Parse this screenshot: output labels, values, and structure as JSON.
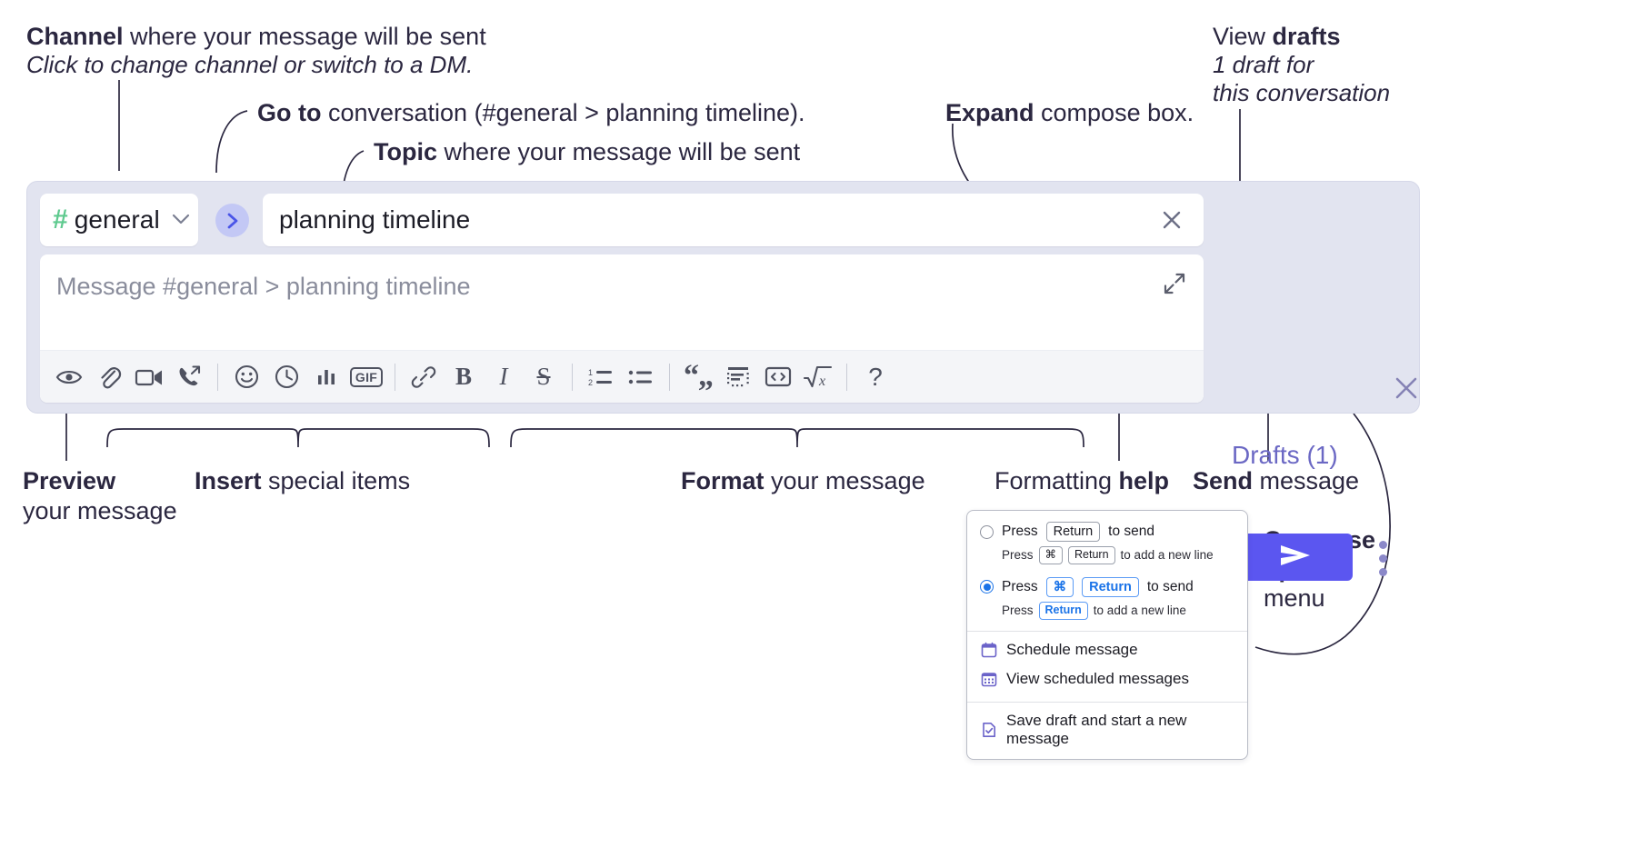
{
  "annotations": {
    "channel": {
      "bold": "Channel",
      "rest": " where your message will be sent",
      "sub": "Click to change channel or switch to a DM."
    },
    "goto": {
      "bold": "Go to",
      "rest": " conversation (#general > planning timeline)."
    },
    "topic": {
      "bold": "Topic",
      "rest": " where your message will be sent"
    },
    "expand": {
      "bold": "Expand",
      "rest": " compose box."
    },
    "drafts": {
      "line1_plain": "View ",
      "line1_bold": "drafts",
      "line2": "1 draft for",
      "line3": "this conversation"
    },
    "preview": {
      "bold": "Preview",
      "line2": "your message"
    },
    "insert": {
      "bold": "Insert",
      "rest": " special items"
    },
    "format": {
      "bold": "Format",
      "rest": " your message"
    },
    "formatting_help": {
      "plain": "Formatting ",
      "bold": "help"
    },
    "send": {
      "bold": "Send",
      "rest": " message"
    },
    "compose_options": {
      "line1": "Compose",
      "line2": "options",
      "line3": "menu"
    }
  },
  "compose": {
    "channel": {
      "hash": "#",
      "name": "general",
      "chevron": "⌄"
    },
    "goto_icon": "chevron-right-icon",
    "topic": {
      "value": "planning timeline",
      "clear_icon": "close-icon"
    },
    "message": {
      "placeholder": "Message #general > planning timeline",
      "expand_icon": "expand-diagonal-icon"
    },
    "toolbar": [
      {
        "name": "preview-button",
        "icon": "eye-icon"
      },
      {
        "name": "attach-button",
        "icon": "paperclip-icon"
      },
      {
        "name": "video-clip-button",
        "icon": "video-camera-icon"
      },
      {
        "name": "audio-clip-button",
        "icon": "phone-forward-icon"
      },
      {
        "name": "separator-1",
        "icon": "divider"
      },
      {
        "name": "emoji-button",
        "icon": "smiley-icon"
      },
      {
        "name": "recent-button",
        "icon": "clock-icon"
      },
      {
        "name": "poll-button",
        "icon": "bar-chart-icon"
      },
      {
        "name": "gif-button",
        "icon": "gif-icon",
        "label": "GIF"
      },
      {
        "name": "separator-2",
        "icon": "divider"
      },
      {
        "name": "link-button",
        "icon": "link-icon"
      },
      {
        "name": "bold-button",
        "icon": "bold-icon",
        "label": "B"
      },
      {
        "name": "italic-button",
        "icon": "italic-icon",
        "label": "I"
      },
      {
        "name": "strikethrough-button",
        "icon": "strikethrough-icon",
        "label": "S"
      },
      {
        "name": "separator-3",
        "icon": "divider"
      },
      {
        "name": "ordered-list-button",
        "icon": "ordered-list-icon"
      },
      {
        "name": "bulleted-list-button",
        "icon": "bulleted-list-icon"
      },
      {
        "name": "separator-4",
        "icon": "divider"
      },
      {
        "name": "blockquote-button",
        "icon": "quote-icon"
      },
      {
        "name": "code-block-button",
        "icon": "code-block-icon"
      },
      {
        "name": "code-button",
        "icon": "code-icon"
      },
      {
        "name": "math-button",
        "icon": "square-root-icon"
      },
      {
        "name": "separator-5",
        "icon": "divider"
      },
      {
        "name": "formatting-help-button",
        "icon": "question-mark-icon",
        "label": "?"
      }
    ],
    "drafts_label": "Drafts (1)",
    "close_icon": "close-icon",
    "send_icon": "send-paper-plane-icon",
    "options_icon": "kebab-menu-icon"
  },
  "compose_menu": {
    "option_return": {
      "selected": false,
      "press": "Press",
      "key": "Return",
      "to_send": "to send",
      "sub_press": "Press",
      "sub_key1": "⌘",
      "sub_key2": "Return",
      "sub_text": "to add a new line"
    },
    "option_cmd_return": {
      "selected": true,
      "press": "Press",
      "key1": "⌘",
      "key2": "Return",
      "to_send": "to send",
      "sub_press": "Press",
      "sub_key": "Return",
      "sub_text": "to add a new line"
    },
    "items": [
      {
        "label": "Schedule message",
        "icon": "calendar-icon"
      },
      {
        "label": "View scheduled messages",
        "icon": "calendar-grid-icon"
      },
      {
        "label": "Save draft and start a new message",
        "icon": "file-check-icon"
      }
    ]
  },
  "colors": {
    "panel_bg": "#e2e4f0",
    "accent_send": "#5b56f0",
    "drafts_text": "#6b68c4",
    "hash_green": "#5fca8f",
    "goto_bubble": "#c3c8f5",
    "menu_icon_purple": "#6b63c9",
    "radio_blue": "#1a73e8"
  }
}
